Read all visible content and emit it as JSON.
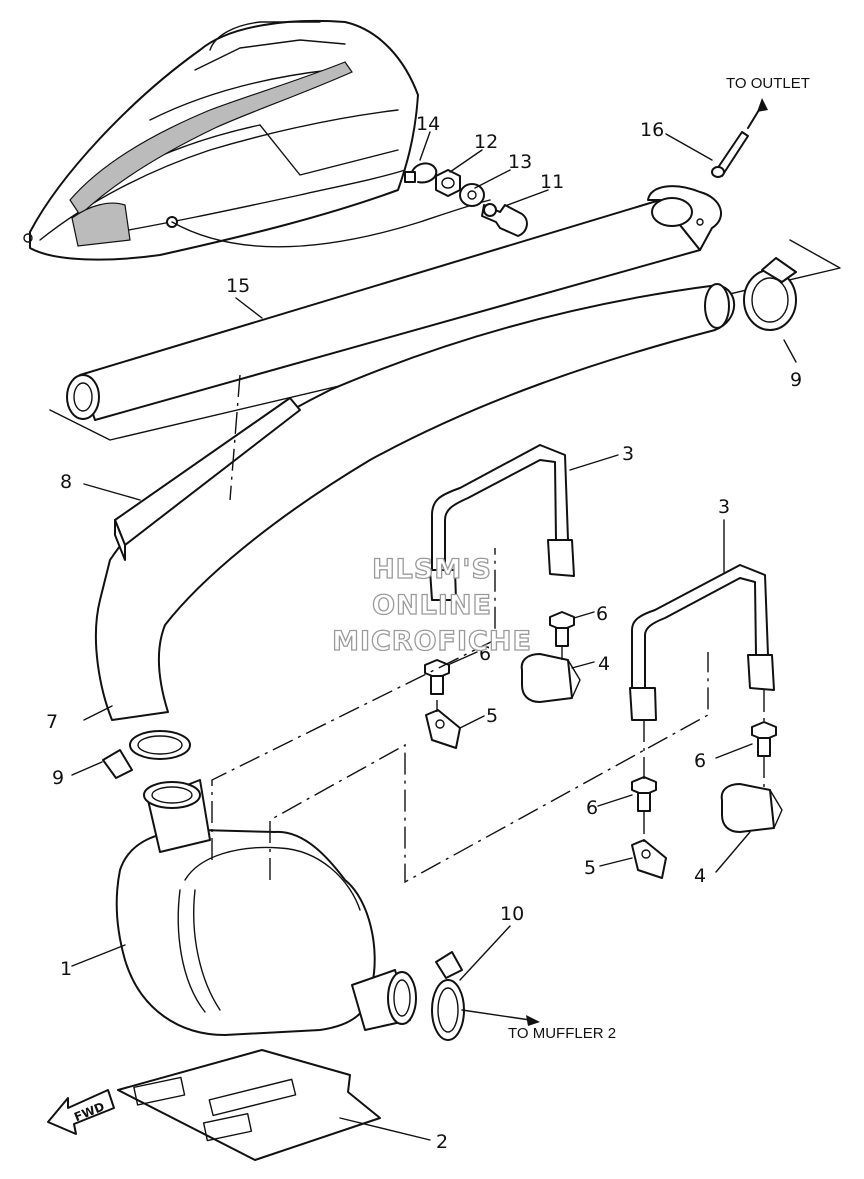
{
  "labels": {
    "l1": "1",
    "l2": "2",
    "l3a": "3",
    "l3b": "3",
    "l4a": "4",
    "l4b": "4",
    "l5a": "5",
    "l5b": "5",
    "l6a": "6",
    "l6b": "6",
    "l6c": "6",
    "l6d": "6",
    "l7": "7",
    "l8": "8",
    "l9a": "9",
    "l9b": "9",
    "l10": "10",
    "l11": "11",
    "l12": "12",
    "l13": "13",
    "l14": "14",
    "l15": "15",
    "l16": "16"
  },
  "notes": {
    "to_outlet": "TO OUTLET",
    "to_muffler": "TO MUFFLER 2"
  },
  "watermark": {
    "line1": "HLSM'S",
    "line2": "ONLINE",
    "line3": "MICROFICHE"
  },
  "fwd_arrow": "FWD",
  "colors": {
    "line": "#111111",
    "watermark": "#9a9a9a",
    "background": "#ffffff"
  }
}
